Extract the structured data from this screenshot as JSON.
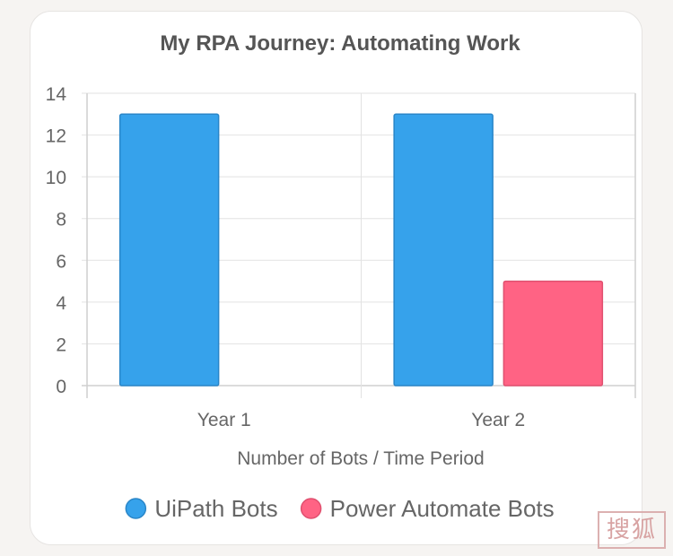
{
  "chart_data": {
    "type": "bar",
    "title": "My RPA Journey: Automating Work",
    "xlabel": "Number of Bots / Time Period",
    "ylabel": "",
    "categories": [
      "Year 1",
      "Year 2"
    ],
    "series": [
      {
        "name": "UiPath Bots",
        "values": [
          13,
          13
        ],
        "color": "#36a2eb",
        "border": "#2a86c8"
      },
      {
        "name": "Power Automate Bots",
        "values": [
          0,
          5
        ],
        "color": "#ff6384",
        "border": "#e0506f"
      }
    ],
    "ylim": [
      0,
      14
    ],
    "yticks": [
      0,
      2,
      4,
      6,
      8,
      10,
      12,
      14
    ],
    "grid": true,
    "legend": "bottom"
  },
  "watermark": {
    "text": "搜狐"
  }
}
